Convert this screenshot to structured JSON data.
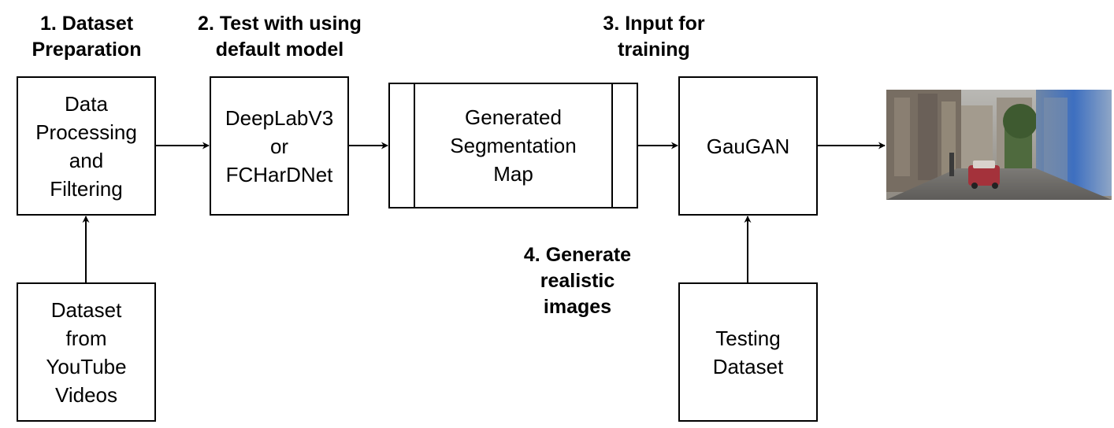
{
  "steps": {
    "s1": "1. Dataset\nPreparation",
    "s2": "2. Test with using\ndefault model",
    "s3": "3. Input for\ntraining",
    "s4": "4. Generate\nrealistic\nimages"
  },
  "boxes": {
    "processing": "Data\nProcessing\nand\nFiltering",
    "model": "DeepLabV3\nor\nFCHarDNet",
    "segmap": "Generated\nSegmentation\nMap",
    "gaugan": "GauGAN",
    "youtube": "Dataset\nfrom\nYouTube\nVideos",
    "testing": "Testing\nDataset"
  },
  "colors": {
    "stroke": "#000000",
    "background": "#ffffff"
  },
  "output_image": {
    "icon": "street-scene-image"
  }
}
